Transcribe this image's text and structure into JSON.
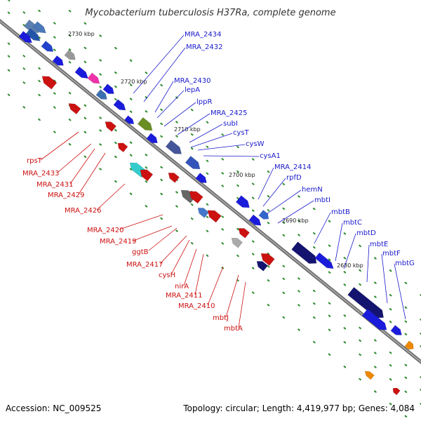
{
  "title": "Mycobacterium tuberculosis H37Ra, complete genome",
  "footer": {
    "accession": "Accession: NC_009525",
    "summary": "Topology: circular; Length: 4,419,977 bp; Genes: 4,084"
  },
  "colors": {
    "forward_label": "#1a1acc",
    "reverse_label": "#cc1111",
    "backbone": "#808080",
    "tick": "#2a8a2a"
  },
  "kbp_marks": [
    "2730 kbp",
    "2720 kbp",
    "2710 kbp",
    "2700 kbp",
    "2690 kbp",
    "2680 kbp"
  ],
  "forward_genes": [
    "MRA_2434",
    "MRA_2432",
    "MRA_2430",
    "lepA",
    "lppR",
    "MRA_2425",
    "subI",
    "cysT",
    "cysW",
    "cysA1",
    "MRA_2414",
    "rpfD",
    "hemN",
    "mbtI",
    "mbtB",
    "mbtC",
    "mbtD",
    "mbtE",
    "mbtF",
    "mbtG"
  ],
  "reverse_genes": [
    "rpsT",
    "MRA_2433",
    "MRA_2431",
    "MRA_2429",
    "MRA_2426",
    "MRA_2420",
    "MRA_2419",
    "ggtB",
    "MRA_2417",
    "cysH",
    "nirA",
    "MRA_2411",
    "MRA_2410",
    "mbtJ",
    "mbtA"
  ]
}
